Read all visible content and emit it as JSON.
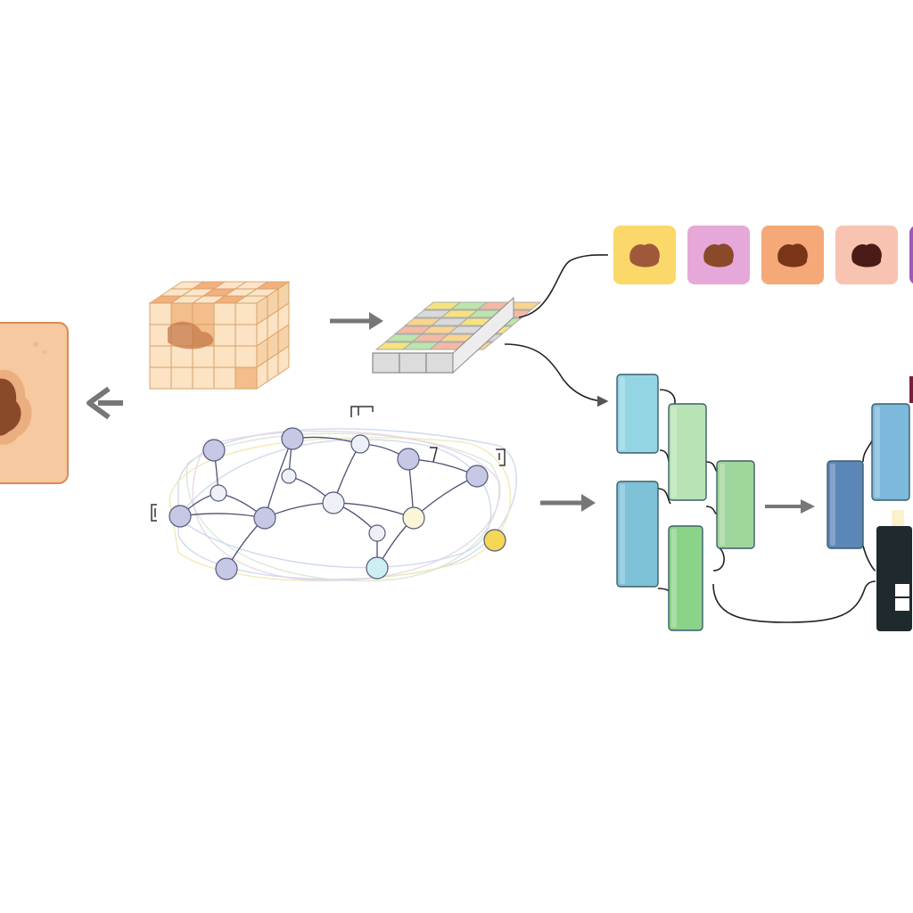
{
  "diagram": {
    "input_image": {
      "icon": "skin-lesion-image-icon",
      "fill": "#f6c9a0",
      "stroke": "#d98a55",
      "lesion": "#8a4a2a"
    },
    "feature_grid_3d": {
      "icon": "voxel-grid-icon",
      "fill": "#fbe3c4",
      "stroke": "#d9a066",
      "accent": "#f0a870"
    },
    "token_slab": {
      "icon": "token-slab-icon",
      "colors": [
        "#f5e27a",
        "#b9e3a8",
        "#f4b6a0",
        "#f7d38a",
        "#d9d9d9"
      ]
    },
    "graph": {
      "icon": "graph-network-icon",
      "node_colors": {
        "default": "#c7c8e6",
        "light": "#eef0f8",
        "highlight": "#f5d657",
        "cyan": "#cdeef2",
        "cream": "#fbf6d8"
      },
      "edge_color": "#4d5170",
      "halo_colors": [
        "#c9d6ea",
        "#f1e7b0",
        "#d8e6d2",
        "#e7d4e8"
      ]
    },
    "class_tiles": [
      {
        "name": "class-tile-yellow",
        "bg": "#fbd86a",
        "lesion": "#a0583a"
      },
      {
        "name": "class-tile-pink",
        "bg": "#e6a8d8",
        "lesion": "#8a4a2a"
      },
      {
        "name": "class-tile-orange",
        "bg": "#f5a978",
        "lesion": "#7a3418"
      },
      {
        "name": "class-tile-peach",
        "bg": "#f8c3b0",
        "lesion": "#4a1c18"
      },
      {
        "name": "class-tile-purple",
        "bg": "#9a5ab8",
        "lesion": "#4a1c18"
      }
    ],
    "unet_blocks": {
      "encoder_colors": [
        "#94d5e3",
        "#b8e3b5",
        "#9fd69b",
        "#7ec2d8",
        "#8cd38a"
      ],
      "decoder_colors": [
        "#5b86b8",
        "#7cb9db"
      ],
      "output_color": "#1e2a2e",
      "stroke": "#3d5d6a"
    },
    "arrow_color": "#777777",
    "connector_color": "#222222"
  }
}
